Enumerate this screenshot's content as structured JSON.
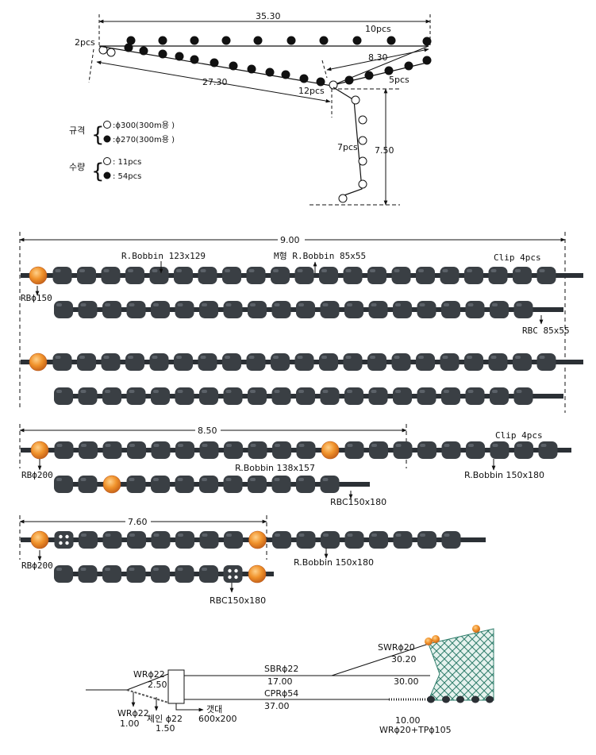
{
  "top": {
    "dim_total": "35.30",
    "dim_upper": "27.30",
    "dim_right_wing": "8.30",
    "dim_vertical": "7.50",
    "count_top_row": "10pcs",
    "count_left": "2pcs",
    "count_lower_row": "12pcs",
    "count_right_lower": "5pcs",
    "count_vertical": "7pcs"
  },
  "legend": {
    "spec_label": "규격",
    "spec_open": ":ϕ300(300m용 )",
    "spec_filled": ":ϕ270(300m용 )",
    "qty_label": "수량",
    "qty_open": ": 11pcs",
    "qty_filled": ": 54pcs"
  },
  "chain1": {
    "dim": "9.00",
    "label_bobbin_a": "R.Bobbin 123x129",
    "label_bobbin_m": "M형 R.Bobbin 85x55",
    "label_clip": "Clip 4pcs",
    "label_rb": "RBϕ150",
    "label_rbc": "RBC 85x55"
  },
  "chain2": {
    "dim": "8.50",
    "label_clip": "Clip 4pcs",
    "label_rb": "RBϕ200",
    "label_bobbin_a": "R.Bobbin 138x157",
    "label_bobbin_b": "R.Bobbin 150x180",
    "label_rbc": "RBC150x180"
  },
  "chain3": {
    "dim": "7.60",
    "label_rb": "RBϕ200",
    "label_bobbin": "R.Bobbin 150x180",
    "label_rbc": "RBC150x180"
  },
  "rig": {
    "wr22": "WRϕ22",
    "wr22_len": "2.50",
    "wr22b": "WRϕ22",
    "wr22b_len": "1.00",
    "chain": "체인 ϕ22",
    "chain_len": "1.50",
    "board": "갯대",
    "board_size": "600x200",
    "sbr": "SBRϕ22",
    "sbr_len": "17.00",
    "cpr": "CPRϕ54",
    "cpr_len": "37.00",
    "swr": "SWRϕ20",
    "swr_len": "30.20",
    "net_len": "30.00",
    "wr20_len": "10.00",
    "wr20": "WRϕ20+TPϕ105"
  },
  "colors": {
    "bobbin": "#3a3f44",
    "ball": "#f0922b",
    "net": "#2f7d6b",
    "line": "#111111"
  }
}
